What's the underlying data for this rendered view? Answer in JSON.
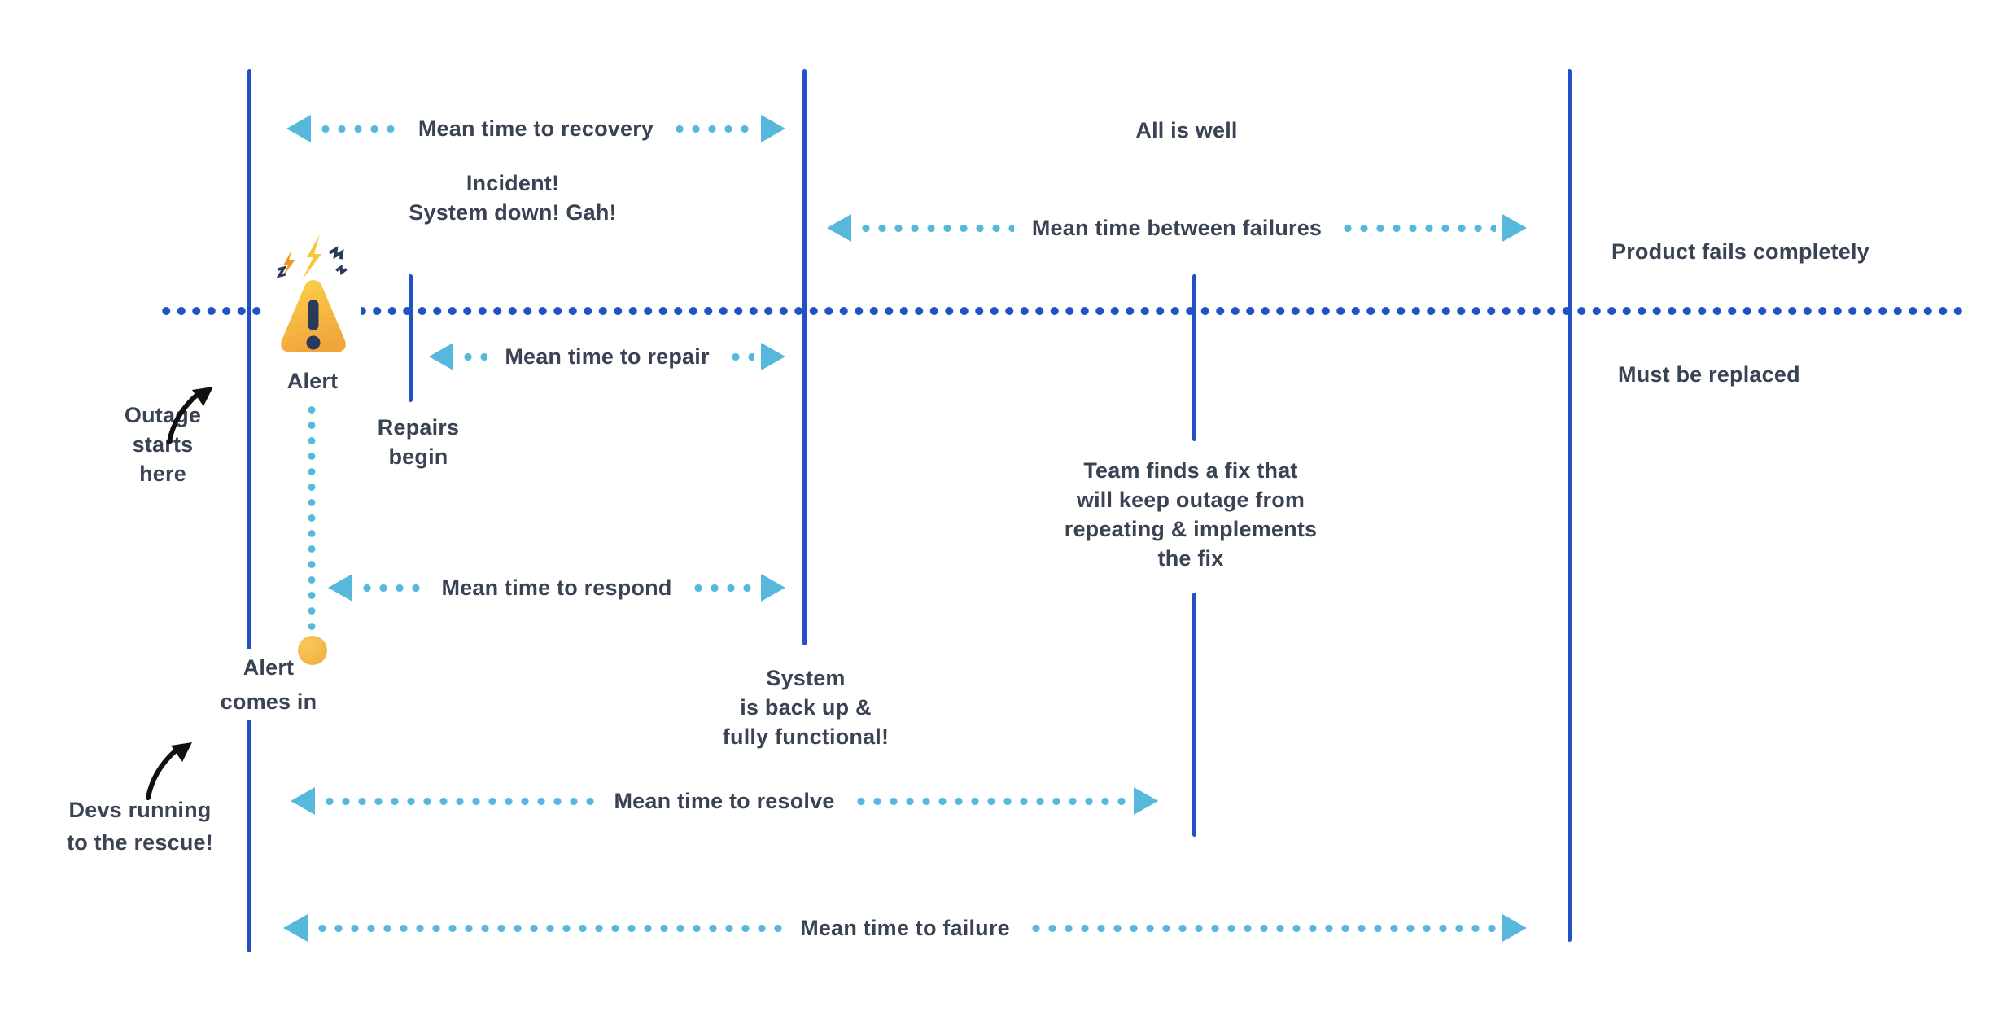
{
  "arrows": {
    "recovery": {
      "label": "Mean time to recovery"
    },
    "between_failures": {
      "label": "Mean time between failures"
    },
    "repair": {
      "label": "Mean time to repair"
    },
    "respond": {
      "label": "Mean time to respond"
    },
    "resolve": {
      "label": "Mean time to resolve"
    },
    "failure": {
      "label": "Mean time to failure"
    }
  },
  "annotations": {
    "incident_line1": "Incident!",
    "incident_line2": "System down! Gah!",
    "all_is_well": "All is well",
    "product_fails": "Product fails completely",
    "must_be_replaced": "Must be replaced",
    "team_fix_line1": "Team finds a fix that",
    "team_fix_line2": "will keep outage from",
    "team_fix_line3": "repeating & implements",
    "team_fix_line4": "the fix",
    "system_back_line1": "System",
    "system_back_line2": "is back up &",
    "system_back_line3": "fully functional!",
    "repairs_begin_line1": "Repairs",
    "repairs_begin_line2": "begin",
    "alert_label": "Alert",
    "alert_comes_in_line1": "Alert",
    "alert_comes_in_line2": "comes in",
    "outage_line1": "Outage",
    "outage_line2": "starts",
    "outage_line3": "here",
    "devs_line1": "Devs running",
    "devs_line2": "to the rescue!"
  },
  "icons": {
    "warning_triangle": "warning-triangle-icon",
    "alert_dot": "alert-dot-icon",
    "curved_arrow": "curved-arrow-icon",
    "arrowheads": "cyan-triangle-arrowhead"
  },
  "colors": {
    "navy": "#2151C4",
    "cyan": "#56B8DC",
    "text": "#3A4354",
    "alert_yellow": "#F7C53F",
    "alert_orange": "#F1A63C"
  }
}
